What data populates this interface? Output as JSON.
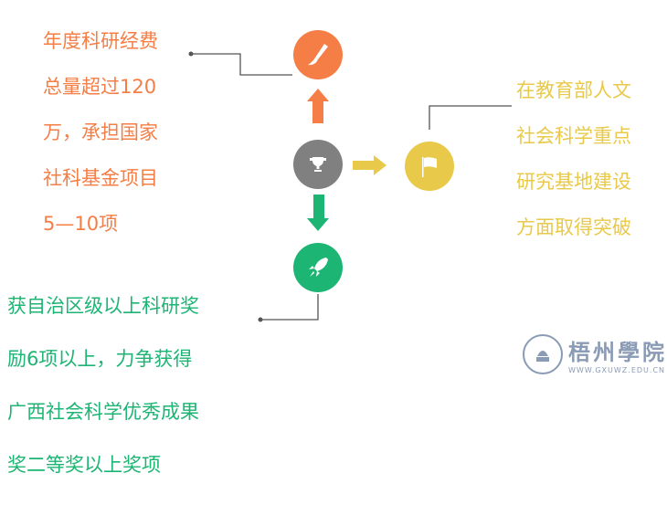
{
  "orange_text": {
    "lines": [
      "年度科研经费",
      "总量超过120",
      "万，承担国家",
      "社科基金项目",
      "5—10项"
    ]
  },
  "yellow_text": {
    "lines": [
      "在教育部人文",
      "社会科学重点",
      "研究基地建设",
      "方面取得突破"
    ]
  },
  "green_text": {
    "lines": [
      "获自治区级以上科研奖",
      "励6项以上，力争获得",
      "广西社会科学优秀成果",
      "奖二等奖以上奖项"
    ]
  },
  "logo": {
    "name": "梧州學院",
    "url": "WWW.GXUWZ.EDU.CN"
  },
  "colors": {
    "orange": "#f47e45",
    "yellow": "#e8c94a",
    "green": "#1db574",
    "gray": "#808080"
  }
}
